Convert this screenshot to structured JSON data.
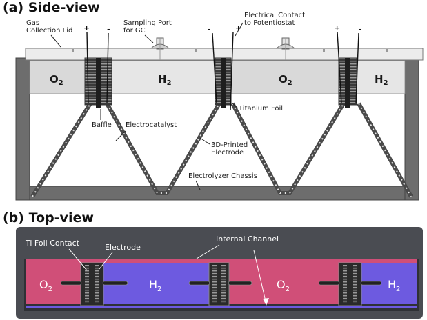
{
  "panel_a": {
    "title": "(a) Side-view",
    "labels": {
      "gas_collection_lid_1": "Gas",
      "gas_collection_lid_2": "Collection Lid",
      "sampling_port_1": "Sampling Port",
      "sampling_port_2": "for GC",
      "electrical_contact_1": "Electrical Contact",
      "electrical_contact_2": "to Potentiostat",
      "titanium_foil": "Titanium Foil",
      "baffle": "Baffle",
      "electrocatalyst": "Electrocatalyst",
      "printed_electrode_1": "3D-Printed",
      "printed_electrode_2": "Electrode",
      "electrolyzer_chassis": "Electrolyzer Chassis"
    },
    "gases": [
      {
        "main": "O",
        "sub": "2"
      },
      {
        "main": "H",
        "sub": "2"
      },
      {
        "main": "O",
        "sub": "2"
      },
      {
        "main": "H",
        "sub": "2"
      }
    ],
    "signs": [
      "+",
      "-",
      "-",
      "+",
      "+",
      "-"
    ]
  },
  "panel_b": {
    "title": "(b) Top-view",
    "labels": {
      "ti_foil_contact": "Ti Foil Contact",
      "electrode": "Electrode",
      "internal_channel": "Internal Channel"
    },
    "gases": [
      {
        "main": "O",
        "sub": "2"
      },
      {
        "main": "H",
        "sub": "2"
      },
      {
        "main": "O",
        "sub": "2"
      },
      {
        "main": "H",
        "sub": "2"
      }
    ]
  },
  "colors": {
    "chassis": "#6d6d6d",
    "lid": "#ececec",
    "top_frame": "#4a4c52",
    "oxygen_chamber": "#d04f78",
    "hydrogen_chamber": "#6d5ae0"
  }
}
